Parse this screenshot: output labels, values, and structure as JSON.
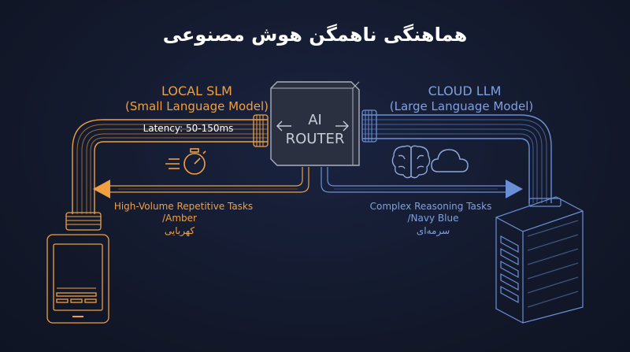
{
  "title": "هماهنگی ناهمگن هوش مصنوعی",
  "local": {
    "heading": "LOCAL SLM",
    "subheading": "(Small Language Model)",
    "latency": "Latency: 50-150ms",
    "task": "High-Volume Repetitive Tasks",
    "color_en": "/Amber",
    "color_fa": "کهربایی",
    "accent": "#f0a040"
  },
  "cloud": {
    "heading": "CLOUD LLM",
    "subheading": "(Large Language Model)",
    "task": "Complex Reasoning Tasks",
    "color_en": "/Navy Blue",
    "color_fa": "سرمه‌ای",
    "accent": "#6b8fd6"
  },
  "router": {
    "line1": "AI",
    "line2": "ROUTER",
    "color": "#c8ccd6"
  },
  "icons": [
    "stopwatch-icon",
    "brain-icon",
    "cloud-icon",
    "tablet-icon",
    "server-icon",
    "arrow-left-icon",
    "arrow-right-icon"
  ]
}
